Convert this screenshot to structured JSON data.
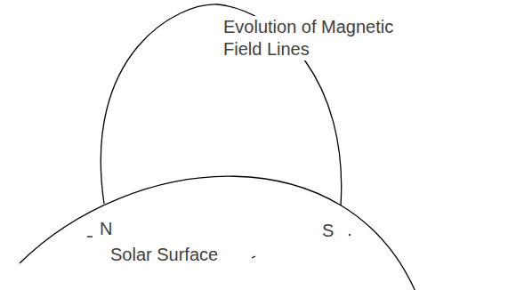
{
  "diagram": {
    "labels": [
      "Evolution of Magnetic Field Lines",
      "N",
      "S",
      "Solar Surface"
    ]
  }
}
